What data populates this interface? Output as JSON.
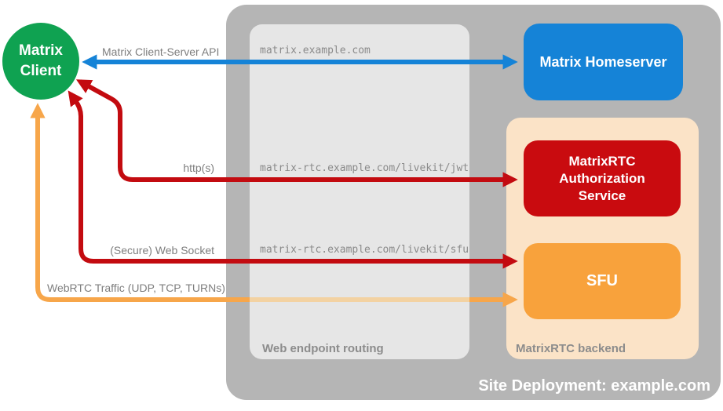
{
  "diagram_title": "Site Deployment: example.com",
  "containers": {
    "site": {
      "label": "Site Deployment: example.com",
      "color": "#b5b5b5"
    },
    "routing": {
      "label": "Web endpoint routing",
      "color": "#e6e6e6"
    },
    "backend": {
      "label": "MatrixRTC backend",
      "color": "#fbe3c7"
    }
  },
  "nodes": {
    "client": {
      "line1": "Matrix",
      "line2": "Client",
      "color": "#0fa251",
      "shape": "circle"
    },
    "homeserver": {
      "label": "Matrix Homeserver",
      "color": "#1583d7"
    },
    "auth_service": {
      "label": "MatrixRTC Authorization Service",
      "color": "#c90b0f"
    },
    "sfu": {
      "label": "SFU",
      "color": "#f8a23c"
    }
  },
  "arrows": [
    {
      "id": "client-server-api",
      "label": "Matrix Client-Server API",
      "endpoint": "matrix.example.com",
      "color": "#1583d7",
      "from": "matrix-client",
      "to": "matrix-homeserver",
      "bidirectional": true
    },
    {
      "id": "http",
      "label": "http(s)",
      "endpoint": "matrix-rtc.example.com/livekit/jwt",
      "color": "#c30b10",
      "from": "matrix-client",
      "to": "matrixrtc-authorization-service",
      "bidirectional": true
    },
    {
      "id": "websocket",
      "label": "(Secure) Web Socket",
      "endpoint": "matrix-rtc.example.com/livekit/sfu",
      "color": "#c30b10",
      "from": "matrix-client",
      "to": "sfu",
      "bidirectional": true
    },
    {
      "id": "webrtc",
      "label": "WebRTC Traffic (UDP, TCP, TURNs)",
      "endpoint": "",
      "color": "#f7a64a",
      "from": "matrix-client",
      "to": "sfu",
      "bidirectional": true
    }
  ]
}
